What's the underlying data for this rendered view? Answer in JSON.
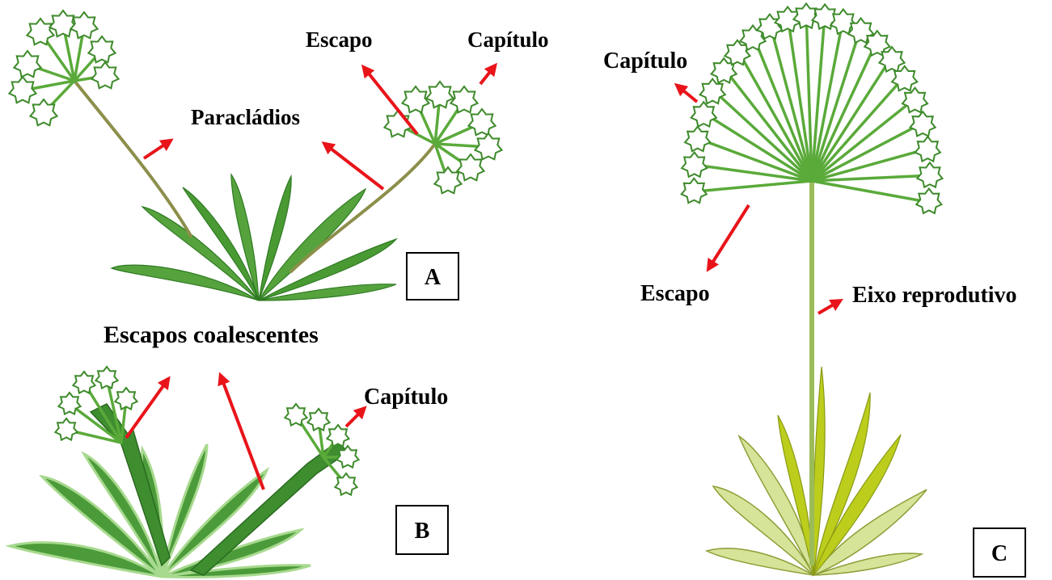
{
  "panels": {
    "a": {
      "letter": "A",
      "labels": {
        "escapo": "Escapo",
        "capitulo": "Capítulo",
        "paracladios": "Paracládios"
      }
    },
    "b": {
      "letter": "B",
      "labels": {
        "escapos_coalescentes": "Escapos coalescentes",
        "capitulo": "Capítulo"
      }
    },
    "c": {
      "letter": "C",
      "labels": {
        "capitulo": "Capítulo",
        "escapo": "Escapo",
        "eixo_reprodutivo": "Eixo reprodutivo"
      }
    }
  },
  "colors": {
    "arrow": "#e8141a",
    "leaf_green": "#56a33d",
    "leaf_yellow_green": "#d6e49a",
    "flower_outline": "#3d8a2a",
    "stalk": "#8c8f4a"
  }
}
